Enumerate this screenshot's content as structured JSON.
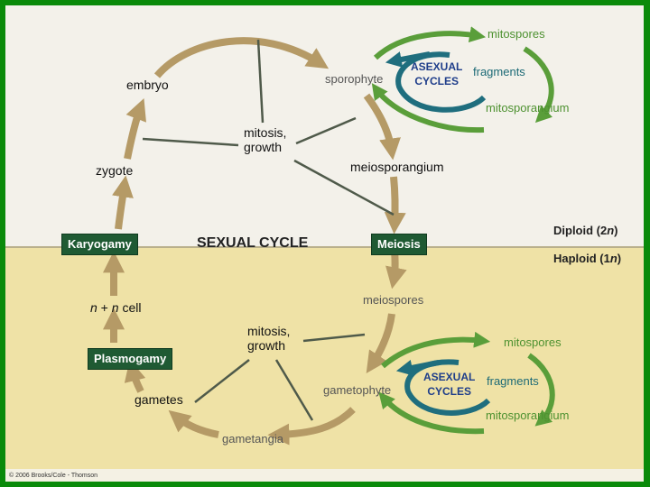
{
  "diagram": {
    "title": "SEXUAL CYCLE",
    "boxes": {
      "karyogamy": "Karyogamy",
      "meiosis": "Meiosis",
      "plasmogamy": "Plasmogamy"
    },
    "labels": {
      "embryo": "embryo",
      "sporophyte": "sporophyte",
      "mitosis_growth_top_1": "mitosis,",
      "mitosis_growth_top_2": "growth",
      "zygote": "zygote",
      "meiosporangium": "meiosporangium",
      "meiospores": "meiospores",
      "nn_cell_pre": "n",
      "nn_cell_mid": " + ",
      "nn_cell_n": "n",
      "nn_cell_post": " cell",
      "mitosis_growth_bottom_1": "mitosis,",
      "mitosis_growth_bottom_2": "growth",
      "gametophyte": "gametophyte",
      "gametes": "gametes",
      "gametangia": "gametangia"
    },
    "ploidy": {
      "diploid_pre": "Diploid (2",
      "diploid_n": "n",
      "diploid_post": ")",
      "haploid_pre": "Haploid (1",
      "haploid_n": "n",
      "haploid_post": ")"
    },
    "asexual_top": {
      "line1": "ASEXUAL",
      "line2": "CYCLES",
      "mitospores": "mitospores",
      "fragments": "fragments",
      "mitosporangium": "mitosporangium"
    },
    "asexual_bottom": {
      "line1": "ASEXUAL",
      "line2": "CYCLES",
      "mitospores": "mitospores",
      "fragments": "fragments",
      "mitosporangium": "mitosporangium"
    },
    "credit": "© 2006 Brooks/Cole - Thomson"
  },
  "colors": {
    "border": "#0a8a0a",
    "diploid_bg": "#f3f1ea",
    "haploid_bg": "#efe2a6",
    "tan_arrow": "#b59a66",
    "green_arrow": "#5a9e3a",
    "teal_arrow": "#1f6e7e",
    "box_fill": "#1f5a33"
  }
}
